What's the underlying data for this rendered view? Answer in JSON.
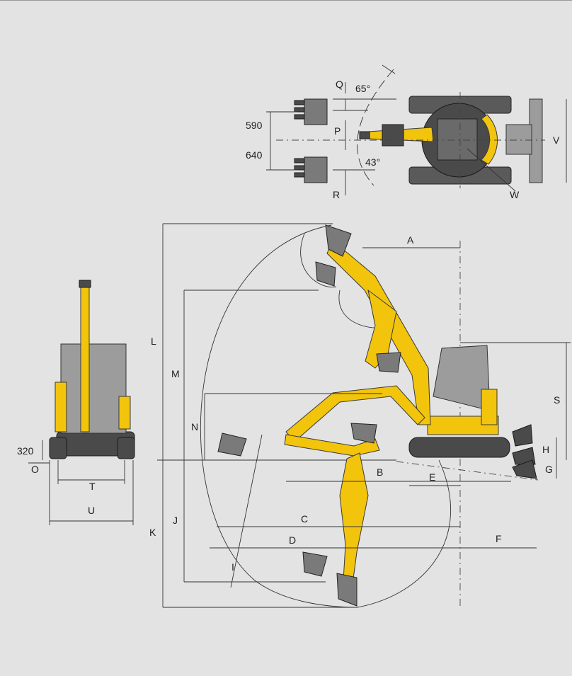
{
  "labels": {
    "A": "A",
    "B": "B",
    "C": "C",
    "D": "D",
    "E": "E",
    "F": "F",
    "G": "G",
    "H": "H",
    "I": "I",
    "J": "J",
    "K": "K",
    "L": "L",
    "M": "M",
    "N": "N",
    "O": "O",
    "P": "P",
    "Q": "Q",
    "R": "R",
    "S": "S",
    "T": "T",
    "U": "U",
    "V": "V",
    "W": "W"
  },
  "values": {
    "dim_590": "590",
    "dim_640": "640",
    "dim_320": "320",
    "angle_65": "65°",
    "angle_43": "43°"
  },
  "colors": {
    "background": "#e3e3e3",
    "machine_yellow": "#f2c40c",
    "machine_dark": "#4a4a4a",
    "line": "#333333"
  }
}
